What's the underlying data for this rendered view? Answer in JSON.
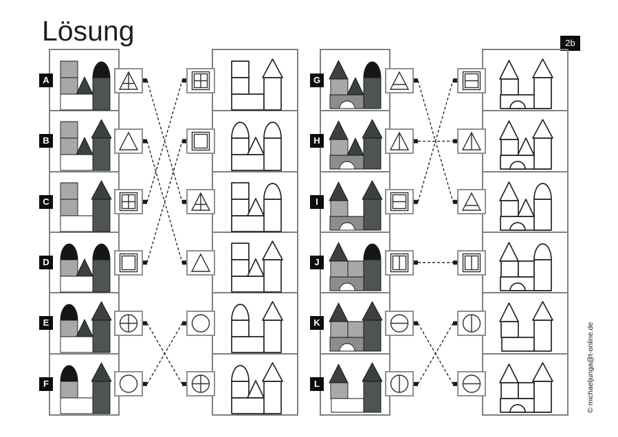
{
  "title": "Lösung",
  "page_tag": "2b",
  "copyright": "© michaeljunga@t-online.de",
  "colors": {
    "light_block": "#a8a8a8",
    "foundation_gray": "#8d8d8d",
    "roof_dark": "#3c4041",
    "tower_dark": "#4e5354",
    "dome_black": "#161616",
    "shape_stroke": "#141414",
    "outline_stroke": "#232323",
    "panel_border": "#7f7f7f",
    "symbol_border": "#8f8f8f",
    "glyph_stroke": "#2e2e2e",
    "label_bg": "#0d0d0d",
    "label_fg": "#ffffff",
    "connector": "#1a1a1a",
    "title_color": "#1f1f1f"
  },
  "blocks": [
    {
      "side": "left",
      "rows": [
        {
          "label": "A",
          "left_symbol": "triangle-cross",
          "right_symbol": "square-cross",
          "connects_to": "C",
          "outline_shows": "C",
          "picture": {
            "left_tower": "stack2",
            "middle": "triangle",
            "right_top": "dome",
            "foundation": "white"
          }
        },
        {
          "label": "B",
          "left_symbol": "triangle",
          "right_symbol": "square",
          "connects_to": "D",
          "outline_shows": "D",
          "picture": {
            "left_tower": "stack2",
            "middle": "triangle",
            "right_top": "roof",
            "foundation": "white"
          }
        },
        {
          "label": "C",
          "left_symbol": "square-cross",
          "right_symbol": "triangle-cross",
          "connects_to": "A",
          "outline_shows": "A",
          "picture": {
            "left_tower": "stack2",
            "middle": "none",
            "right_top": "roof",
            "foundation": "white-short"
          }
        },
        {
          "label": "D",
          "left_symbol": "square",
          "right_symbol": "triangle",
          "connects_to": "B",
          "outline_shows": "B",
          "picture": {
            "left_tower": "dome-square",
            "middle": "triangle",
            "right_top": "dome",
            "foundation": "white"
          }
        },
        {
          "label": "E",
          "left_symbol": "circle-cross",
          "right_symbol": "circle",
          "connects_to": "F",
          "outline_shows": "F",
          "picture": {
            "left_tower": "dome-square",
            "middle": "triangle",
            "right_top": "roof",
            "foundation": "white"
          }
        },
        {
          "label": "F",
          "left_symbol": "circle",
          "right_symbol": "circle-cross",
          "connects_to": "E",
          "outline_shows": "E",
          "picture": {
            "left_tower": "dome-square",
            "middle": "none",
            "right_top": "roof",
            "foundation": "white-short"
          }
        }
      ]
    },
    {
      "side": "right",
      "rows": [
        {
          "label": "G",
          "left_symbol": "triangle-h",
          "right_symbol": "square-h",
          "connects_to": "I",
          "outline_shows": "I",
          "picture": {
            "left_tower": "roof-square",
            "middle": "triangle",
            "right_top": "dome",
            "foundation": "arch"
          }
        },
        {
          "label": "H",
          "left_symbol": "triangle-v",
          "right_symbol": "triangle-v",
          "connects_to": "H",
          "outline_shows": "H",
          "picture": {
            "left_tower": "roof-square",
            "middle": "triangle",
            "right_top": "roof",
            "foundation": "arch"
          }
        },
        {
          "label": "I",
          "left_symbol": "square-h",
          "right_symbol": "triangle-h",
          "connects_to": "G",
          "outline_shows": "G",
          "picture": {
            "left_tower": "roof-square",
            "middle": "none",
            "right_top": "roof",
            "foundation": "arch"
          }
        },
        {
          "label": "J",
          "left_symbol": "square-v",
          "right_symbol": "square-v",
          "connects_to": "J",
          "outline_shows": "J",
          "picture": {
            "left_tower": "roof-square",
            "middle": "square",
            "right_top": "dome",
            "foundation": "arch"
          }
        },
        {
          "label": "K",
          "left_symbol": "circle-h",
          "right_symbol": "circle-v",
          "connects_to": "L",
          "outline_shows": "L",
          "picture": {
            "left_tower": "roof-square",
            "middle": "square",
            "right_top": "roof",
            "foundation": "arch"
          }
        },
        {
          "label": "L",
          "left_symbol": "circle-v",
          "right_symbol": "circle-h",
          "connects_to": "K",
          "outline_shows": "K",
          "picture": {
            "left_tower": "roof-square",
            "middle": "none",
            "right_top": "roof",
            "foundation": "white-short"
          }
        }
      ]
    }
  ]
}
